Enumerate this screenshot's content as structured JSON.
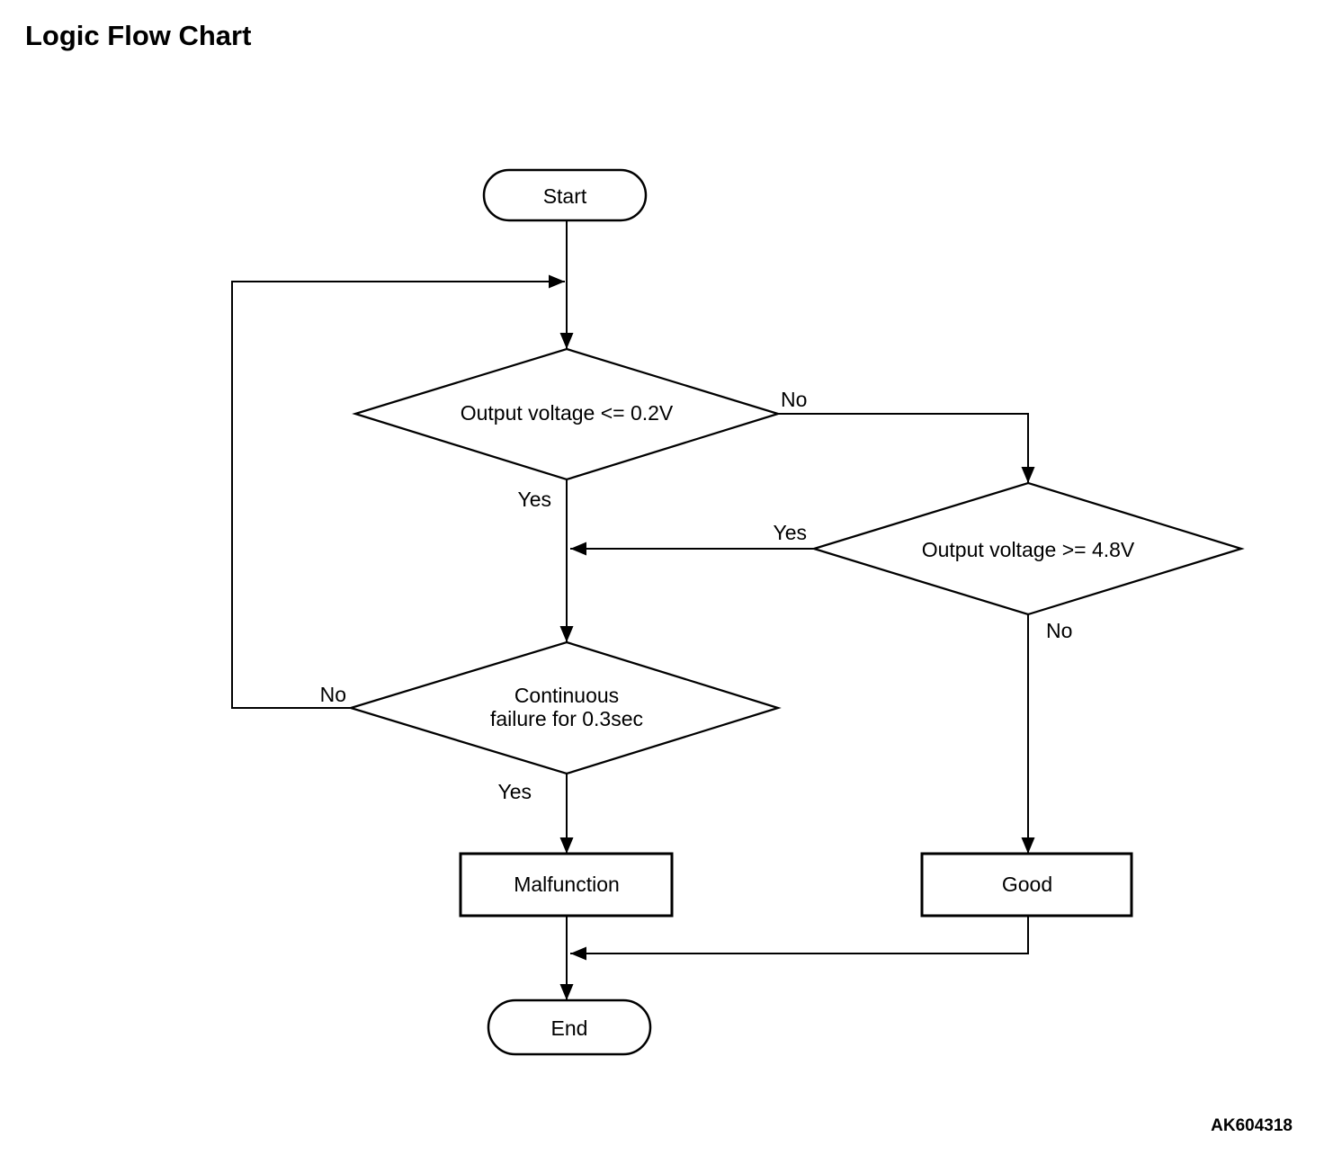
{
  "title": "Logic Flow Chart",
  "figure_code": "AK604318",
  "colors": {
    "background": "#ffffff",
    "line": "#000000",
    "text": "#000000"
  },
  "flowchart": {
    "type": "flowchart",
    "nodes": {
      "start": {
        "type": "terminator",
        "label": "Start"
      },
      "check_output_low": {
        "type": "decision",
        "label": "Output voltage <= 0.2V"
      },
      "check_output_high": {
        "type": "decision",
        "label": "Output voltage >= 4.8V"
      },
      "continuous_failure": {
        "type": "decision",
        "label": "Continuous failure for 0.3sec",
        "line1": "Continuous",
        "line2": "failure for 0.3sec"
      },
      "malfunction": {
        "type": "process",
        "label": "Malfunction"
      },
      "good": {
        "type": "process",
        "label": "Good"
      },
      "end": {
        "type": "terminator",
        "label": "End"
      }
    },
    "edge_labels": {
      "check_low_no": "No",
      "check_low_yes": "Yes",
      "check_high_yes": "Yes",
      "check_high_no": "No",
      "continuous_no": "No",
      "continuous_yes": "Yes"
    }
  }
}
